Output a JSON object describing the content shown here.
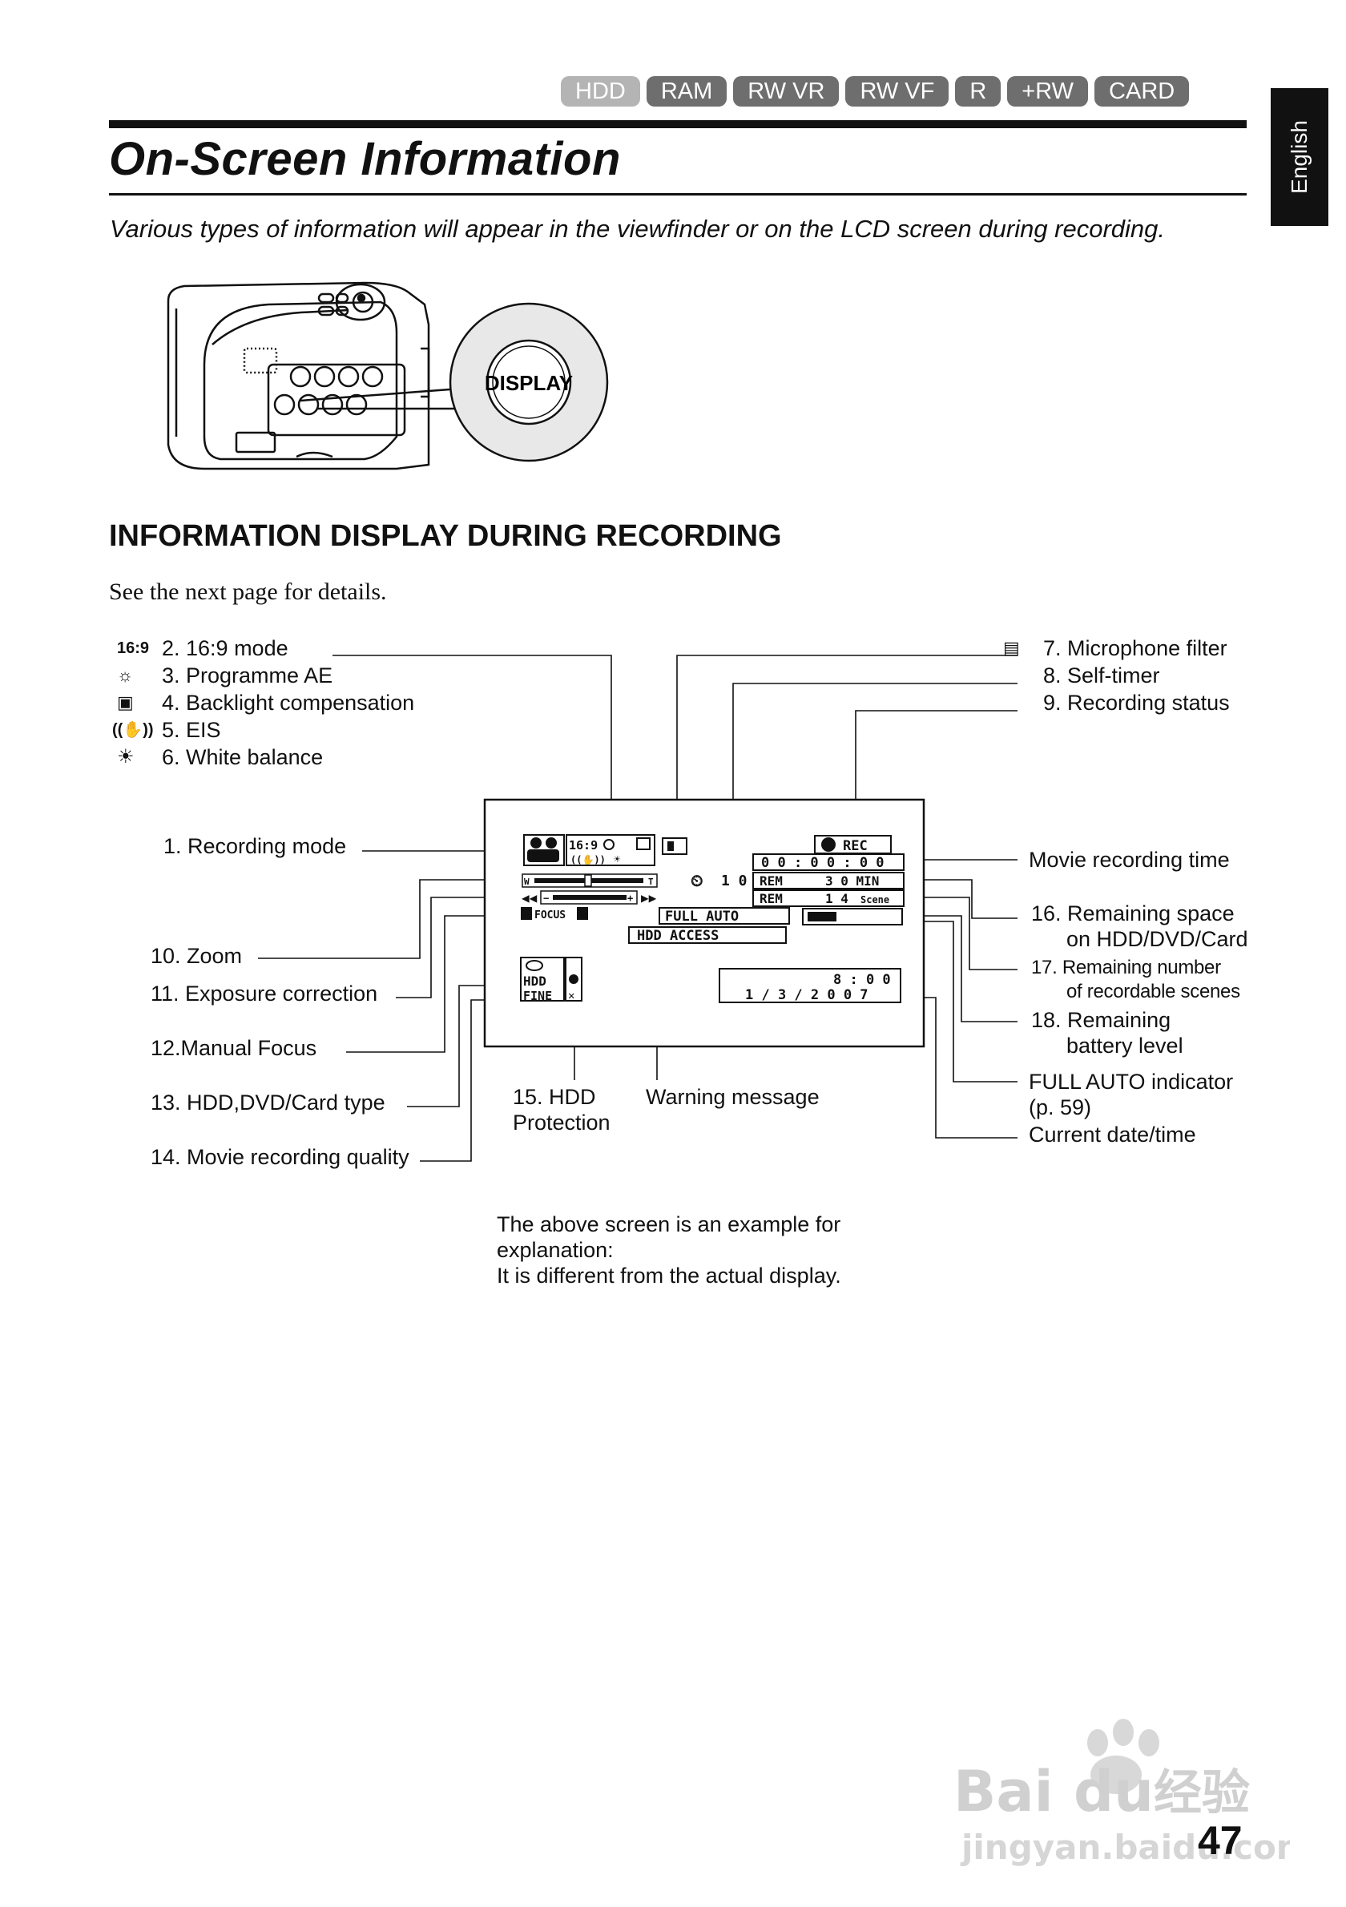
{
  "media_tabs": [
    {
      "label": "HDD",
      "active": true
    },
    {
      "label": "RAM",
      "active": false
    },
    {
      "label": "RW VR",
      "active": false
    },
    {
      "label": "RW VF",
      "active": false
    },
    {
      "label": "R",
      "active": false
    },
    {
      "label": "+RW",
      "active": false
    },
    {
      "label": "CARD",
      "active": false
    }
  ],
  "language_tab": "English",
  "title": "On-Screen Information",
  "intro": "Various types of information will appear in the viewfinder or on the LCD screen during recording.",
  "camera": {
    "display_button": "DISPLAY"
  },
  "section_heading": "INFORMATION DISPLAY DURING RECORDING",
  "see_next": "See the next page for details.",
  "labels_top_left": [
    {
      "icon": "aspect-16-9-icon",
      "text": "2. 16:9 mode"
    },
    {
      "icon": "programme-ae-icon",
      "text": "3. Programme AE"
    },
    {
      "icon": "backlight-icon",
      "text": "4. Backlight compensation"
    },
    {
      "icon": "eis-icon",
      "text": "5. EIS"
    },
    {
      "icon": "white-balance-icon",
      "text": "6. White balance"
    }
  ],
  "labels_top_right": [
    {
      "icon": "microphone-filter-icon",
      "text": "7. Microphone filter"
    },
    {
      "icon": "",
      "text": "8. Self-timer"
    },
    {
      "icon": "",
      "text": "9. Recording status"
    }
  ],
  "labels_left": {
    "recording_mode": "1. Recording mode",
    "zoom": "10. Zoom",
    "exposure": "11. Exposure correction",
    "manual_focus": "12.Manual Focus",
    "media_type": "13. HDD,DVD/Card type",
    "quality": "14. Movie recording quality"
  },
  "labels_bottom": {
    "hdd_protection_1": "15. HDD",
    "hdd_protection_2": "Protection",
    "warning": "Warning message"
  },
  "labels_right": {
    "movie_time": "Movie recording time",
    "remaining_space_1": "16. Remaining space",
    "remaining_space_2": "on HDD/DVD/Card",
    "remaining_scenes_1": "17. Remaining number",
    "remaining_scenes_2": "of recordable scenes",
    "battery_1": "18. Remaining",
    "battery_2": "battery level",
    "full_auto_1": "FULL AUTO indicator",
    "full_auto_2": "(p. 59)",
    "date_time": "Current date/time"
  },
  "osd": {
    "rec": "REC",
    "timecode": "0 0 : 0 0 : 0 0",
    "self_timer": "1 0",
    "rem_min_label": "REM",
    "rem_min_value": "3 0 MIN",
    "rem_scene_label": "REM",
    "rem_scene_value": "1 4",
    "scene_word": "Scene",
    "full_auto": "FULL AUTO",
    "hdd_access": "HDD  ACCESS",
    "zoom_w": "W",
    "zoom_t": "T",
    "exp_minus": "−",
    "exp_plus": "+",
    "focus": "FOCUS",
    "media": "HDD",
    "quality": "FINE",
    "aspect": "16:9",
    "time": "8 : 0 0",
    "date": "1 /    3 / 2 0 0 7"
  },
  "note": [
    "The above screen is an example for",
    "explanation:",
    "It is different from the actual display."
  ],
  "watermark": {
    "brand": "Bai",
    "brand2": "du",
    "cn": "经验",
    "url": "jingyan.baidu.com"
  },
  "page_number": "47"
}
